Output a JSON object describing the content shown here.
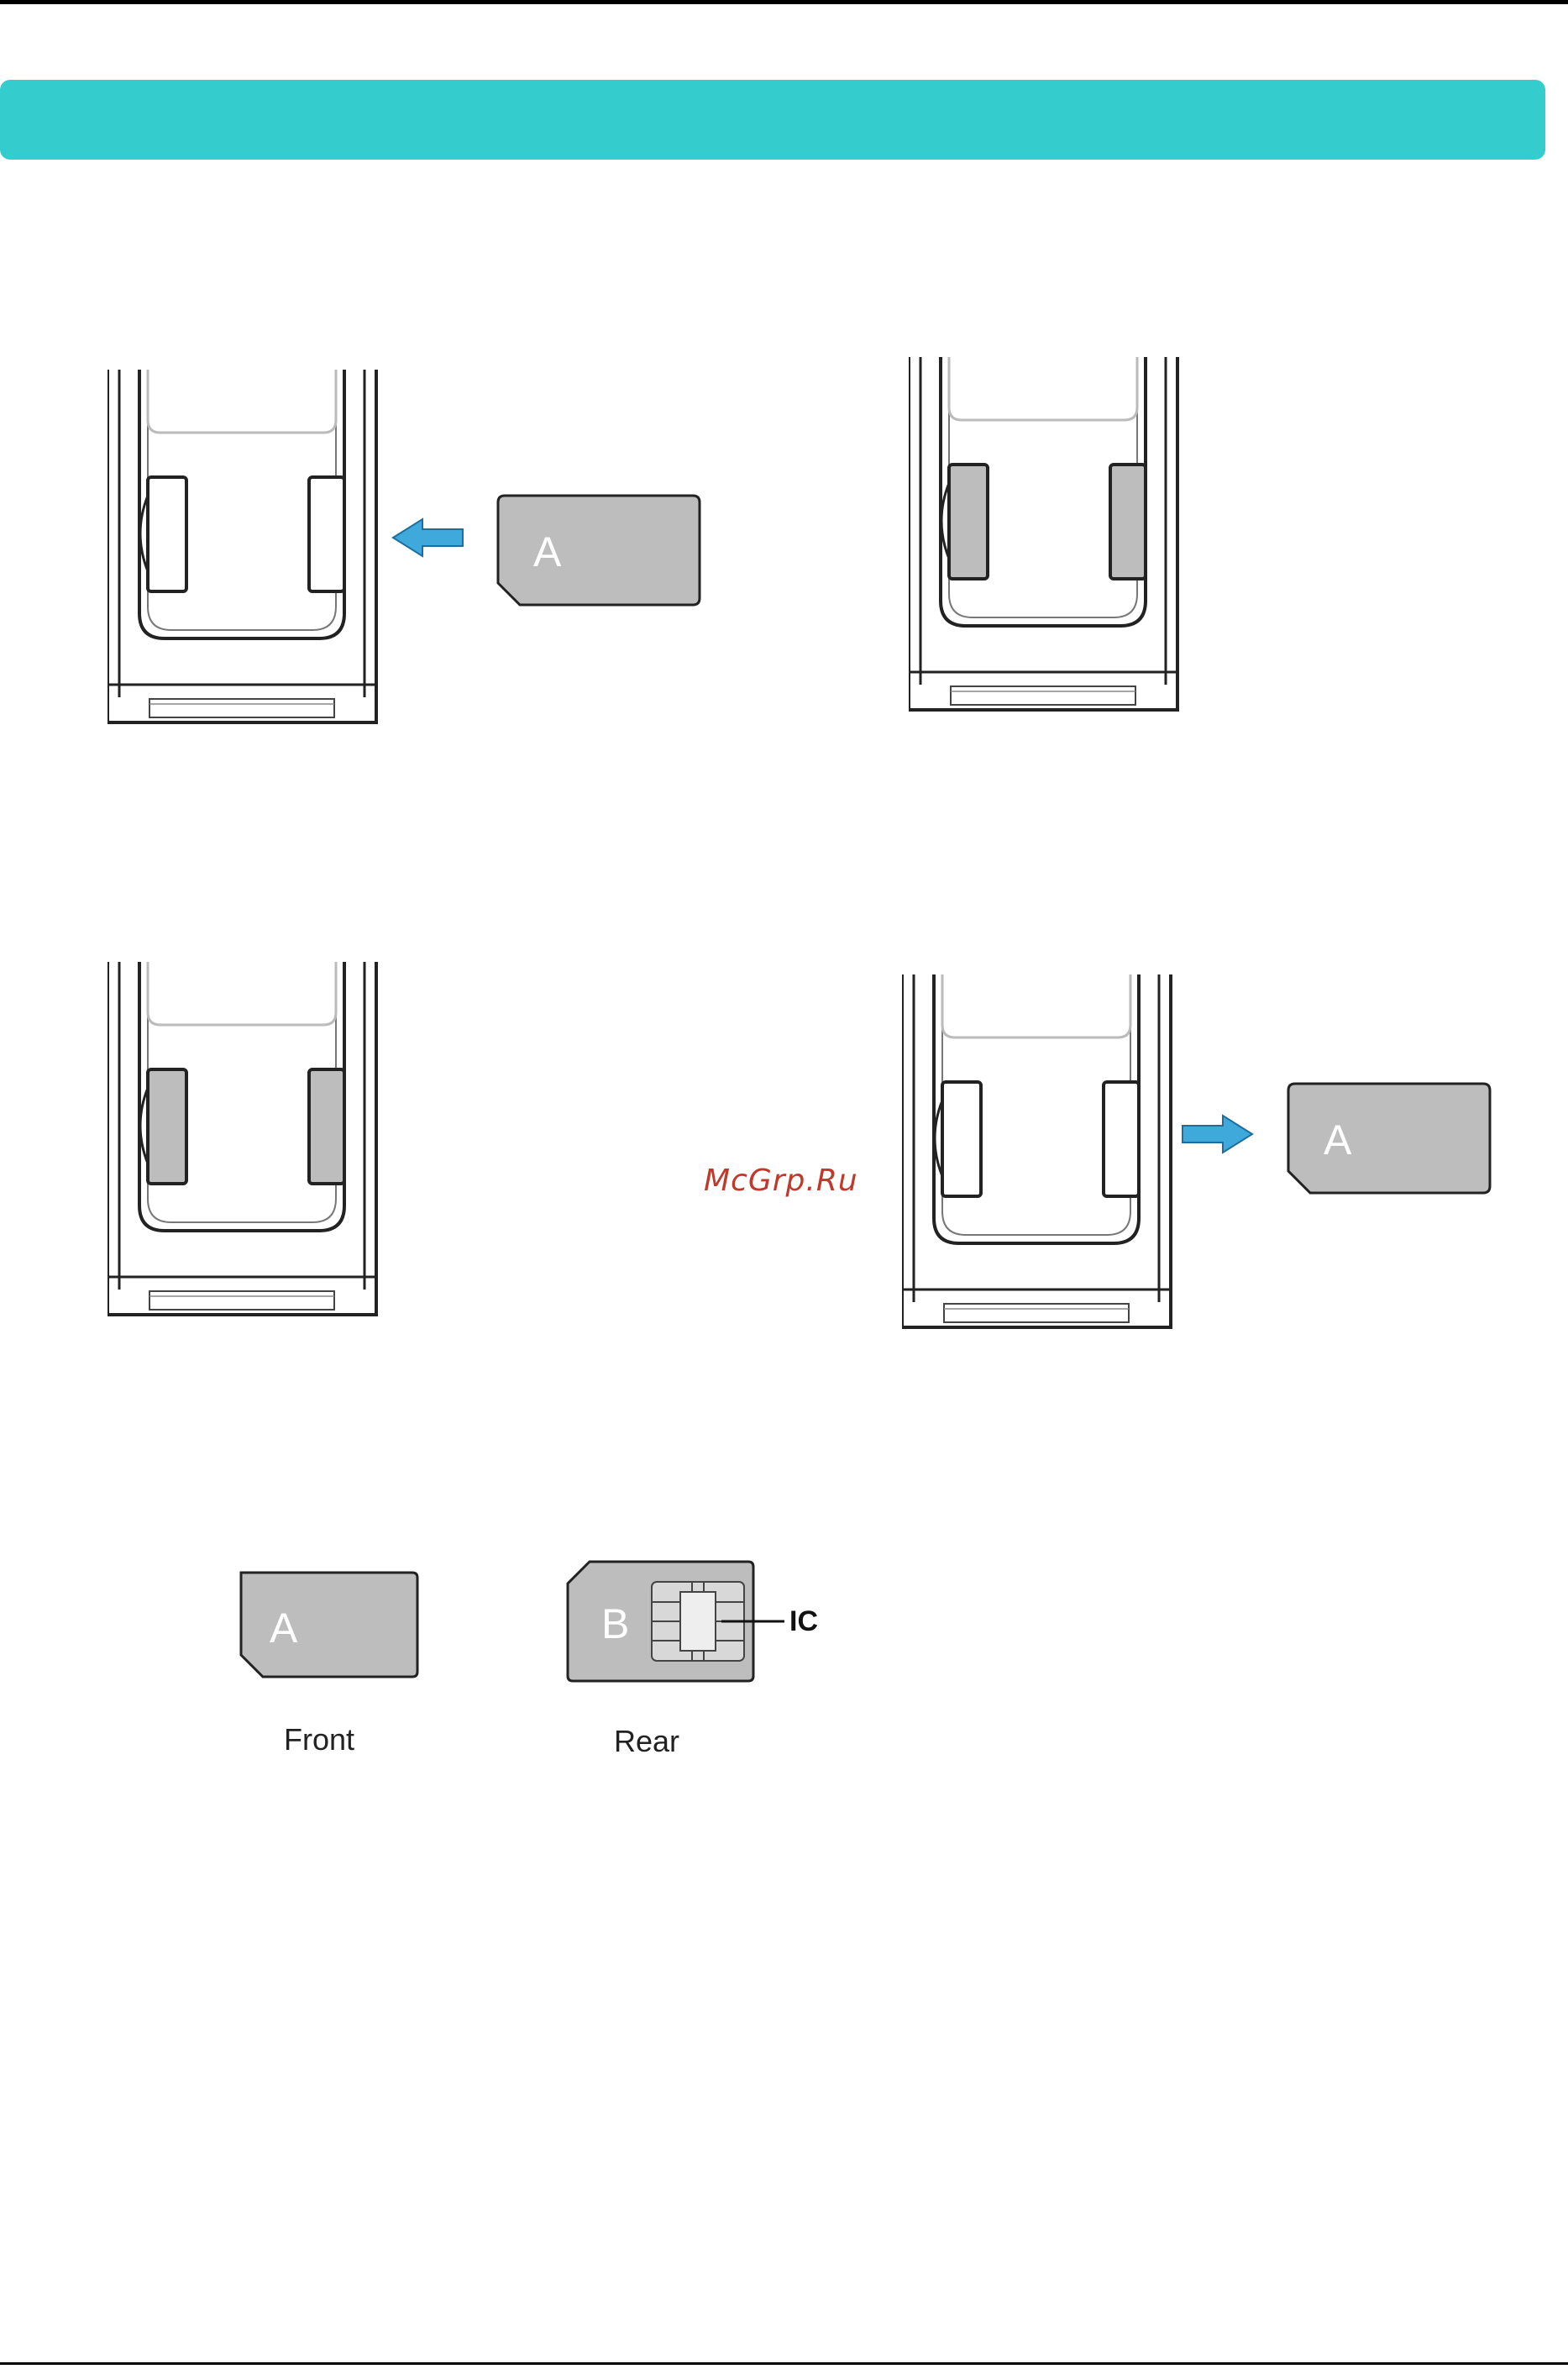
{
  "watermark": "McGrp.Ru",
  "cards": {
    "front_letter": "A",
    "rear_letter": "B",
    "ic_label": "IC",
    "front_caption": "Front",
    "rear_caption": "Rear"
  },
  "colors": {
    "banner": "#34cccc",
    "card_fill": "#bdbdbd",
    "arrow": "#3fa9dc"
  }
}
